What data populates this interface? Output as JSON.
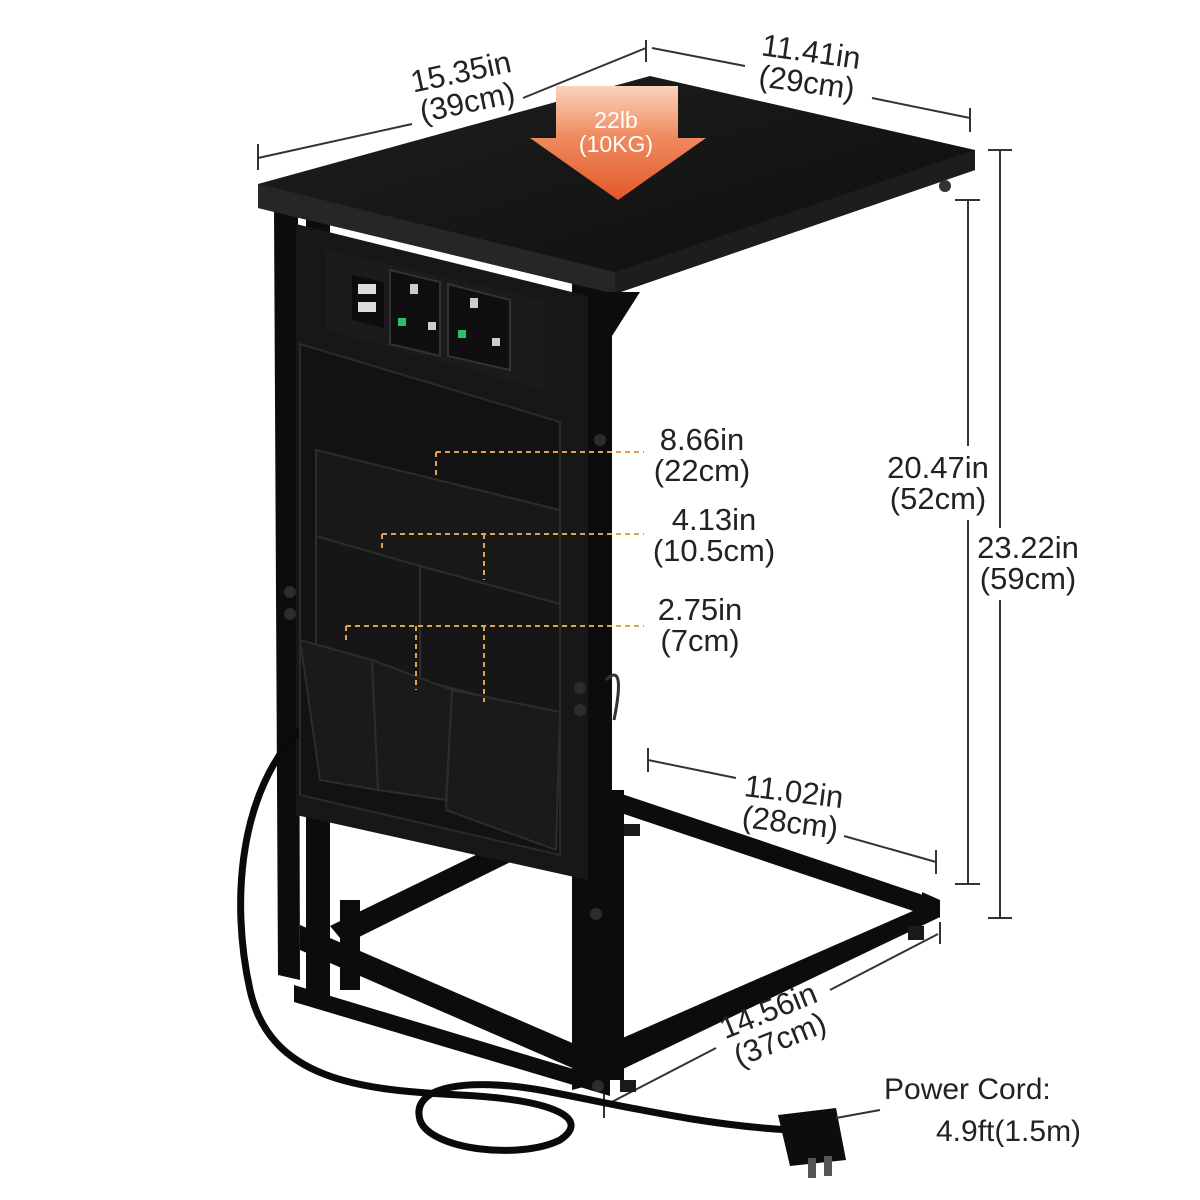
{
  "labels": {
    "top_width": {
      "value": "15.35in",
      "metric": "(39cm)"
    },
    "top_depth": {
      "value": "11.41in",
      "metric": "(29cm)"
    },
    "weight": {
      "value": "22lb",
      "metric": "(10KG)"
    },
    "inner_height": {
      "value": "20.47in",
      "metric": "(52cm)"
    },
    "total_height": {
      "value": "23.22in",
      "metric": "(59cm)"
    },
    "pocket_large": {
      "value": "8.66in",
      "metric": "(22cm)"
    },
    "pocket_medium": {
      "value": "4.13in",
      "metric": "(10.5cm)"
    },
    "pocket_small": {
      "value": "2.75in",
      "metric": "(7cm)"
    },
    "base_depth": {
      "value": "11.02in",
      "metric": "(28cm)"
    },
    "base_width": {
      "value": "14.56in",
      "metric": "(37cm)"
    },
    "power_cord": {
      "title": "Power Cord:",
      "length": "4.9ft(1.5m)"
    }
  },
  "colors": {
    "table": "#141414",
    "table_edge": "#2a2a2a",
    "frame": "#0c0c0c",
    "outlet_panel": "#1b1b1b",
    "outlet_led": "#22c55e",
    "weight_arrow": "#ea6b3c",
    "weight_arrow_light": "#fbd3bf",
    "pocket_guide": "#e0a24a",
    "dimension_line": "#333333"
  }
}
